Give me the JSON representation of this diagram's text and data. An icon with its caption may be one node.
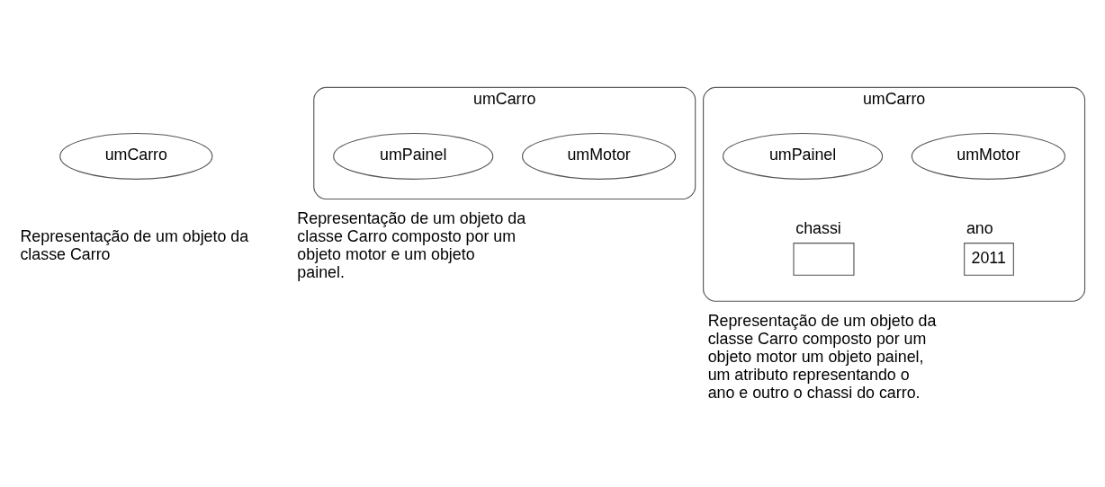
{
  "diagram": {
    "nodes": [
      {
        "text": [
          "umCarro"
        ],
        "beside": [
          "Representação de um objeto da classe Carro"
        ]
      },
      {
        "text": [
          "umCarro"
        ],
        "beside": [
          "Representação de um objeto da classe Carro composto por um objeto motor e um objeto painel."
        ]
      },
      {
        "text": [
          "umMotor"
        ],
        "in": 1
      },
      {
        "text": [
          "umPainel"
        ],
        "in": 1
      },
      {
        "text": [
          "umCarro"
        ],
        "beside": [
          "Representação de um objeto da classe Carro composto por um objeto motor um objeto painel, um atributo representando o ano e outro o chassi do carro."
        ]
      },
      {
        "text": [
          "umMotor"
        ],
        "in": 4
      },
      {
        "text": [
          "umPainel"
        ],
        "in": 4
      },
      {
        "text": [
          "ano",
          "2011"
        ],
        "in": 4
      },
      {
        "text": [
          "chassi"
        ],
        "in": 4
      }
    ],
    "edges": []
  }
}
